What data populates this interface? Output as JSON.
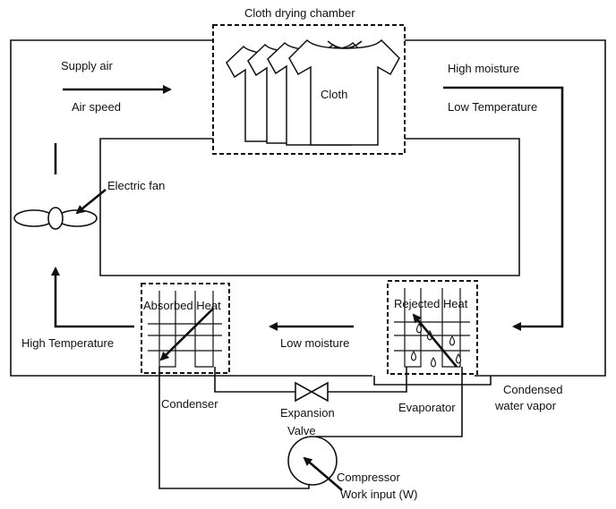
{
  "labels": {
    "chamber": "Cloth drying chamber",
    "cloth": "Cloth",
    "supply_air": "Supply air",
    "air_speed": "Air speed",
    "high_moisture": "High moisture",
    "low_temperature": "Low Temperature",
    "electric_fan": "Electric fan",
    "absorbed_heat": "Absorbed Heat",
    "rejected_heat": "Rejected Heat",
    "high_temperature": "High Temperature",
    "low_moisture": "Low moisture",
    "condenser": "Condenser",
    "expansion": "Expansion",
    "valve": "Valve",
    "evaporator": "Evaporator",
    "condensed": "Condensed",
    "water_vapor": "water vapor",
    "compressor": "Compressor",
    "work_input": "Work input (W)"
  },
  "colors": {
    "line": "#111111",
    "background": "#ffffff"
  }
}
